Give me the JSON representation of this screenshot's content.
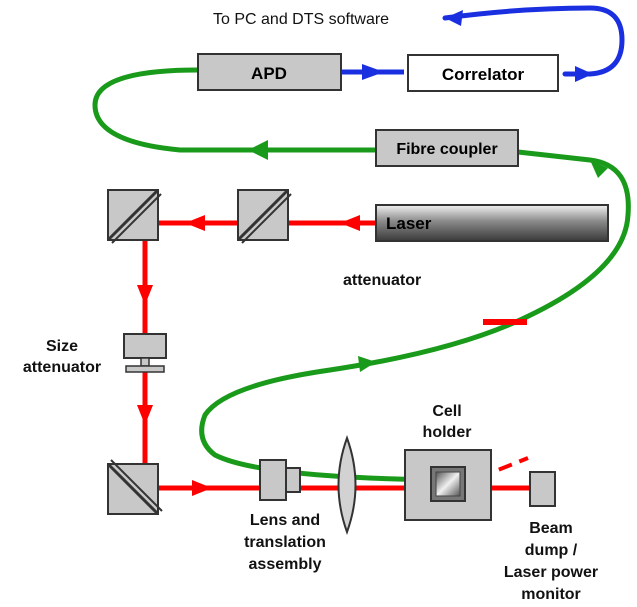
{
  "labels": {
    "top_text": "To PC and DTS software",
    "apd": "APD",
    "correlator": "Correlator",
    "fibre_coupler": "Fibre coupler",
    "laser": "Laser",
    "attenuator": "attenuator",
    "size_attenuator": [
      "Size",
      "attenuator"
    ],
    "cell_holder": [
      "Cell",
      "holder"
    ],
    "lens_assembly": [
      "Lens and",
      "translation",
      "assembly"
    ],
    "beam_dump": [
      "Beam",
      "dump /",
      "Laser power",
      "monitor"
    ]
  },
  "colors": {
    "laser_beam": "#ff0000",
    "fibre": "#1a9a1a",
    "signal": "#1a2fe0",
    "component_fill": "#c8c8c8",
    "component_stroke": "#333333"
  }
}
